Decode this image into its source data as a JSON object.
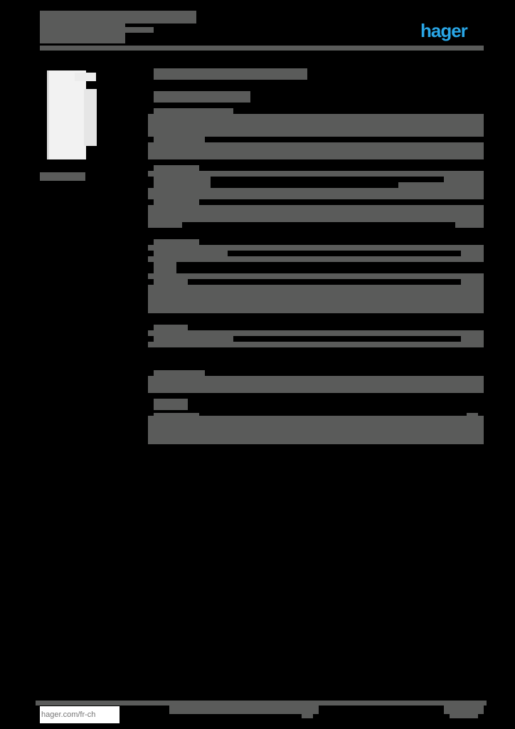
{
  "header": {
    "brand": "hager",
    "brand_color": "#29a6e6",
    "title_redacted": true
  },
  "product": {
    "image_alt": "white end cap product photo",
    "caption_redacted": true
  },
  "sections_redacted": true,
  "footer": {
    "link": "hager.com/fr-ch"
  },
  "colors": {
    "background": "#000000",
    "redaction_block": "#5a5b5a",
    "accent": "#29a6e6"
  }
}
